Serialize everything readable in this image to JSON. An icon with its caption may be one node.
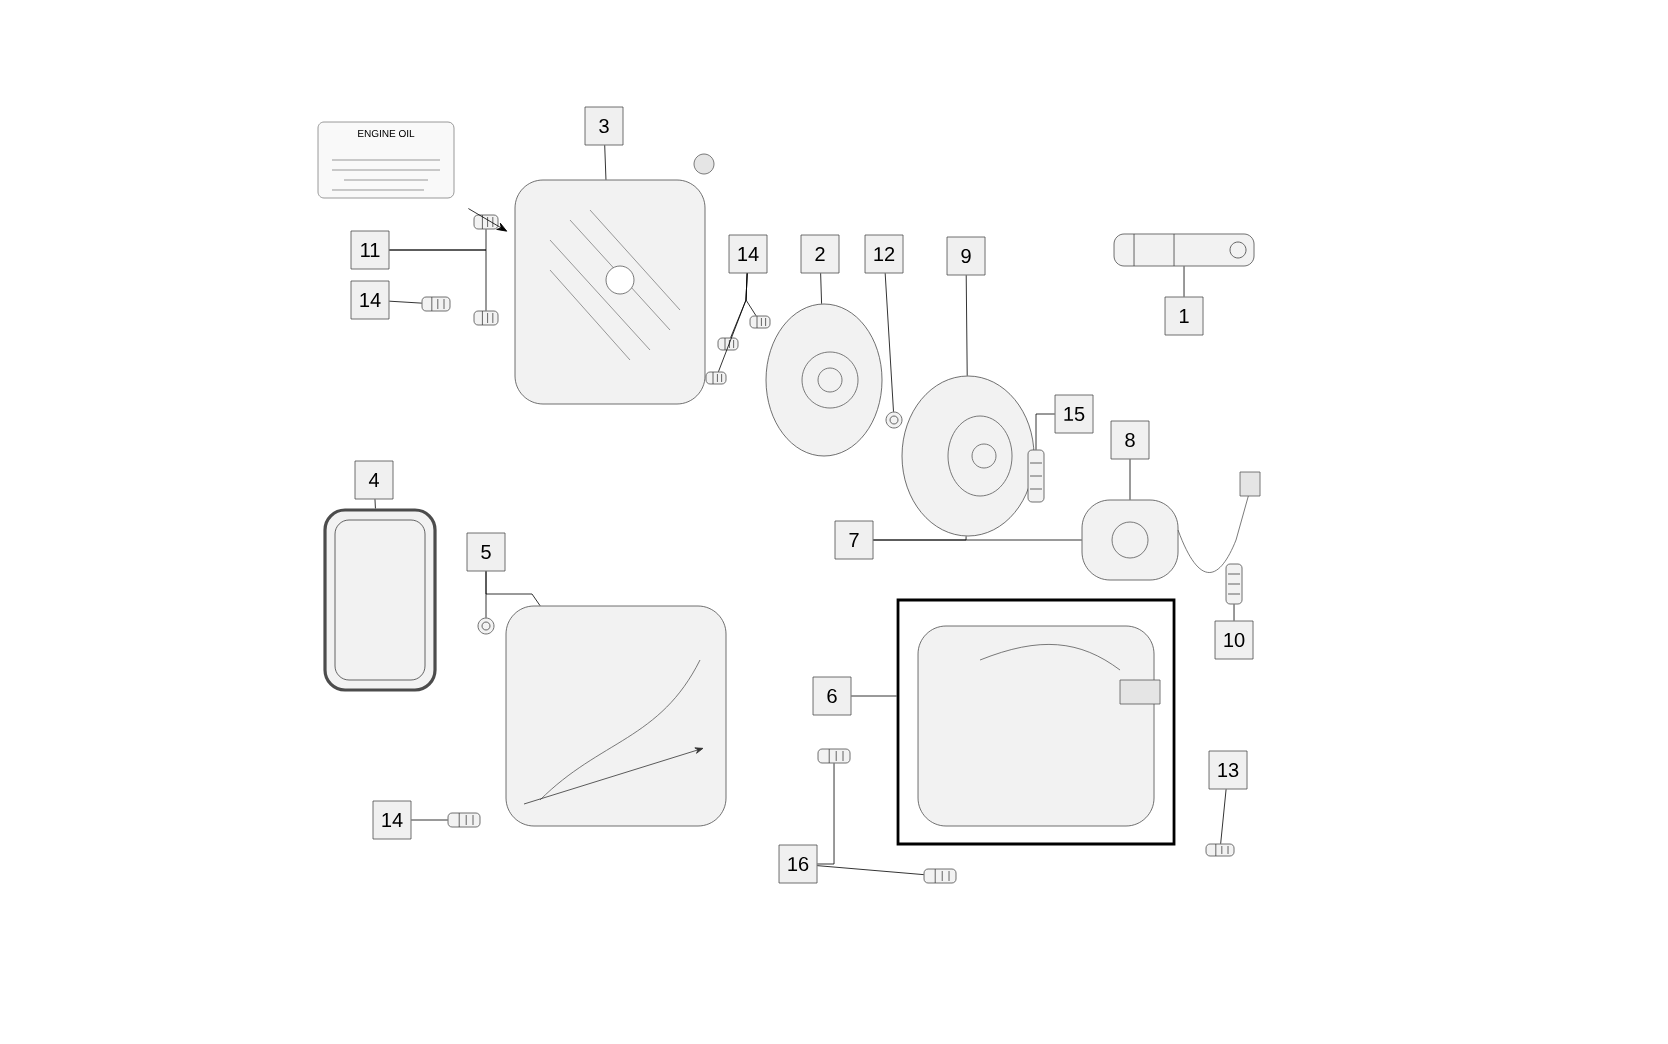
{
  "diagram": {
    "nodes": [
      {
        "text": [
          "ENGINE OIL"
        ]
      },
      {
        "text": [
          "3"
        ]
      },
      {
        "text": [],
        "shape": "picture"
      },
      {
        "text": [
          "11"
        ]
      },
      {
        "text": [],
        "shape": "picture"
      },
      {
        "text": [],
        "shape": "picture"
      },
      {
        "text": [
          "14"
        ]
      },
      {
        "text": [],
        "shape": "picture"
      },
      {
        "text": [
          "14"
        ]
      },
      {
        "text": [],
        "shape": "picture"
      },
      {
        "text": [],
        "shape": "picture"
      },
      {
        "text": [],
        "shape": "picture"
      },
      {
        "text": [
          "2"
        ]
      },
      {
        "text": [],
        "shape": "picture"
      },
      {
        "text": [
          "12"
        ]
      },
      {
        "text": [],
        "shape": "picture"
      },
      {
        "text": [
          "9"
        ]
      },
      {
        "text": [],
        "shape": "picture"
      },
      {
        "text": [
          "1"
        ]
      },
      {
        "text": [],
        "shape": "picture"
      },
      {
        "text": [
          "15"
        ]
      },
      {
        "text": [],
        "shape": "picture"
      },
      {
        "text": [
          "8"
        ]
      },
      {
        "text": [],
        "shape": "picture"
      },
      {
        "text": [
          "7"
        ]
      },
      {
        "text": [
          "10"
        ]
      },
      {
        "text": [],
        "shape": "picture"
      },
      {
        "text": [
          "4"
        ]
      },
      {
        "text": [],
        "shape": "picture"
      },
      {
        "text": [
          "5"
        ]
      },
      {
        "text": [],
        "shape": "picture"
      },
      {
        "text": [],
        "shape": "picture"
      },
      {
        "text": [
          "14"
        ]
      },
      {
        "text": [],
        "shape": "picture"
      },
      {
        "text": [
          "6"
        ]
      },
      {
        "text": [],
        "shape": "box"
      },
      {
        "text": [],
        "shape": "picture",
        "in": 35
      },
      {
        "text": [
          "16"
        ]
      },
      {
        "text": [],
        "shape": "picture"
      },
      {
        "text": [],
        "shape": "picture"
      },
      {
        "text": [
          "13"
        ]
      },
      {
        "text": [],
        "shape": "picture"
      }
    ],
    "edges": [
      {
        "from": 0,
        "to": 2,
        "arrow": "to"
      },
      {
        "from": 1,
        "to": 2,
        "arrow": "none"
      },
      {
        "from": 3,
        "to": 4,
        "arrow": "none"
      },
      {
        "from": 3,
        "to": 5,
        "arrow": "none"
      },
      {
        "from": 6,
        "to": 7,
        "arrow": "none"
      },
      {
        "from": 8,
        "to": 9,
        "arrow": "none"
      },
      {
        "from": 8,
        "to": 10,
        "arrow": "none"
      },
      {
        "from": 8,
        "to": 11,
        "arrow": "none"
      },
      {
        "from": 12,
        "to": 13,
        "arrow": "none"
      },
      {
        "from": 14,
        "to": 15,
        "arrow": "none"
      },
      {
        "from": 16,
        "to": 17,
        "arrow": "none"
      },
      {
        "from": 18,
        "to": 19,
        "arrow": "none"
      },
      {
        "from": 20,
        "to": 21,
        "arrow": "none"
      },
      {
        "from": 22,
        "to": 23,
        "arrow": "none"
      },
      {
        "from": 24,
        "to": 17,
        "arrow": "none"
      },
      {
        "from": 24,
        "to": 23,
        "arrow": "none"
      },
      {
        "from": 25,
        "to": 26,
        "arrow": "none"
      },
      {
        "from": 27,
        "to": 28,
        "arrow": "none"
      },
      {
        "from": 29,
        "to": 30,
        "arrow": "none"
      },
      {
        "from": 29,
        "to": 31,
        "arrow": "none"
      },
      {
        "from": 32,
        "to": 33,
        "arrow": "none"
      },
      {
        "from": 34,
        "to": 35,
        "arrow": "none"
      },
      {
        "from": 37,
        "to": 38,
        "arrow": "none"
      },
      {
        "from": 37,
        "to": 39,
        "arrow": "none"
      },
      {
        "from": 40,
        "to": 41,
        "arrow": "none"
      }
    ]
  }
}
